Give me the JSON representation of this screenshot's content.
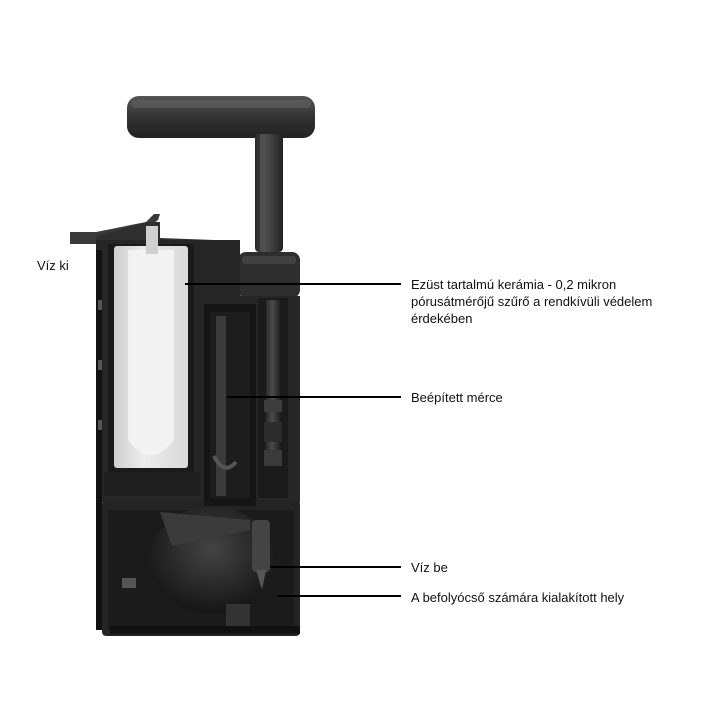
{
  "labels": {
    "water_out": "Víz ki",
    "ceramic_filter_line1": "Ezüst tartalmú kerámia - 0,2 mikron",
    "ceramic_filter_line2": "pórusátmérőjű szűrő a rendkívüli védelem",
    "ceramic_filter_line3": "érdekében",
    "built_in_gauge": "Beépített mérce",
    "water_in": "Víz be",
    "hose_storage": "A befolyócső számára kialakított hely"
  },
  "colors": {
    "body": "#2b2b2b",
    "body_dark": "#1c1c1c",
    "handle": "#3a3a3a",
    "ceramic": "#e6e6e6",
    "background": "#ffffff",
    "leader_line": "#000000"
  }
}
